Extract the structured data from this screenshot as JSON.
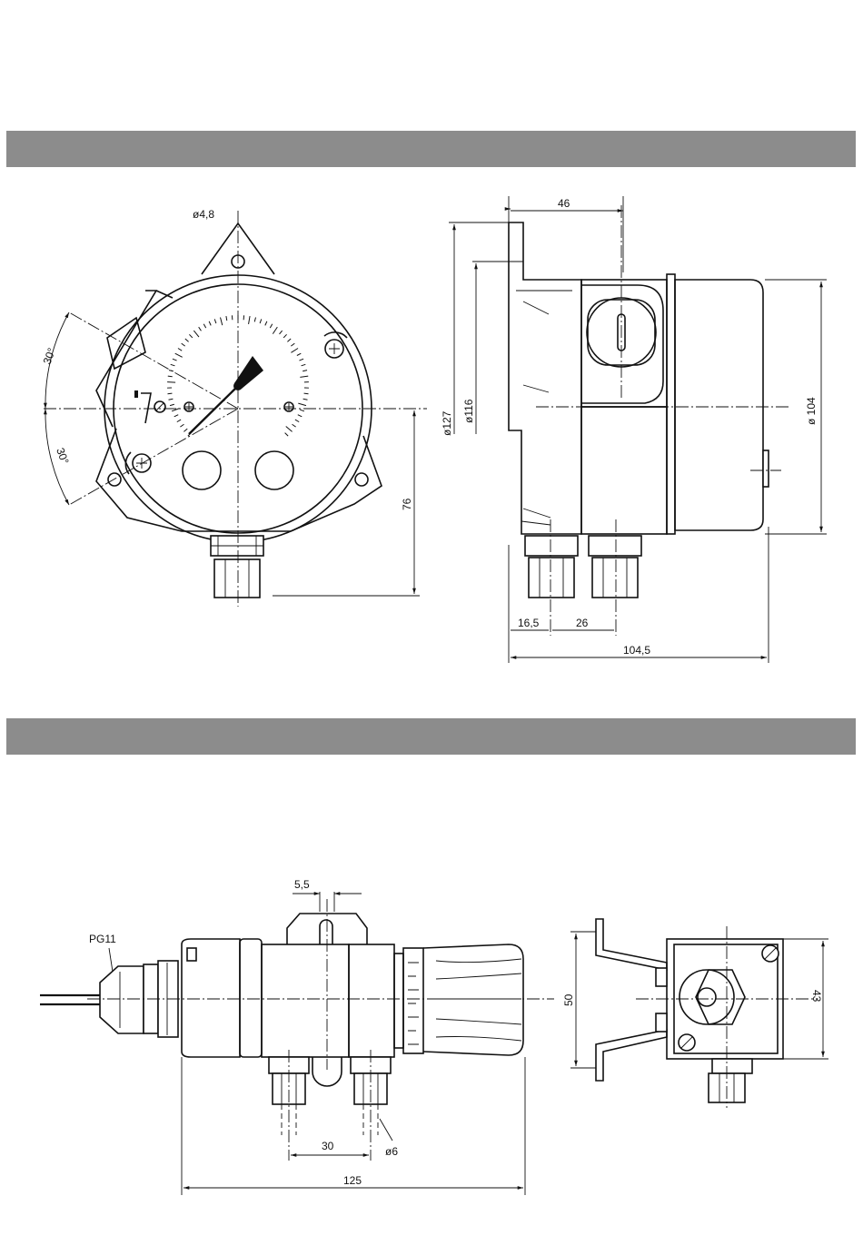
{
  "dimensions": {
    "front_hole": "ø4,8",
    "angle_upper": "30°",
    "angle_lower": "30°",
    "front_height": "76",
    "side_depth_top": "46",
    "side_dia_127": "ø127",
    "side_dia_116": "ø116",
    "side_dia_104": "ø 104",
    "side_offset_16_5": "16,5",
    "side_spacing_26": "26",
    "side_total_depth": "104,5",
    "bottom_slot": "5,5",
    "bottom_cable": "PG11",
    "bottom_spacing_30": "30",
    "bottom_tube": "ø6",
    "bottom_length": "125",
    "end_height_50": "50",
    "end_height_43": "43"
  }
}
